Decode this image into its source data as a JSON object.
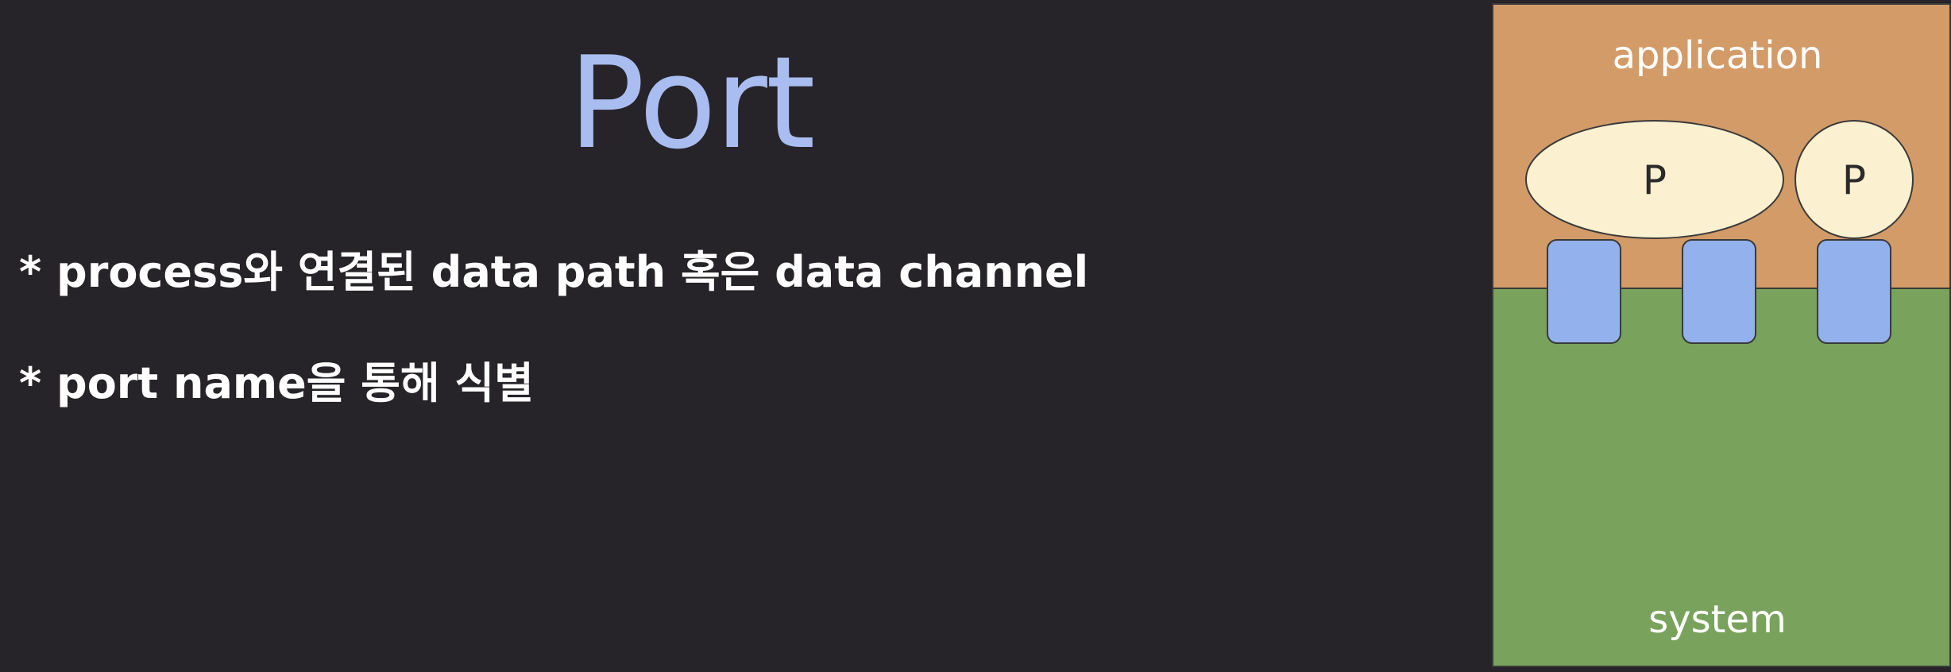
{
  "slide": {
    "title": "Port",
    "bullets": [
      "* process와 연결된 data path 혹은 data channel",
      "* port name을 통해 식별"
    ]
  },
  "diagram": {
    "top_layer_label": "application",
    "bottom_layer_label": "system",
    "process_label": "P",
    "colors": {
      "application_layer": "#d39b68",
      "system_layer": "#79a35c",
      "process": "#fbf0d0",
      "port": "#93b1ec",
      "title": "#a9bdf0",
      "background": "#262428"
    }
  }
}
